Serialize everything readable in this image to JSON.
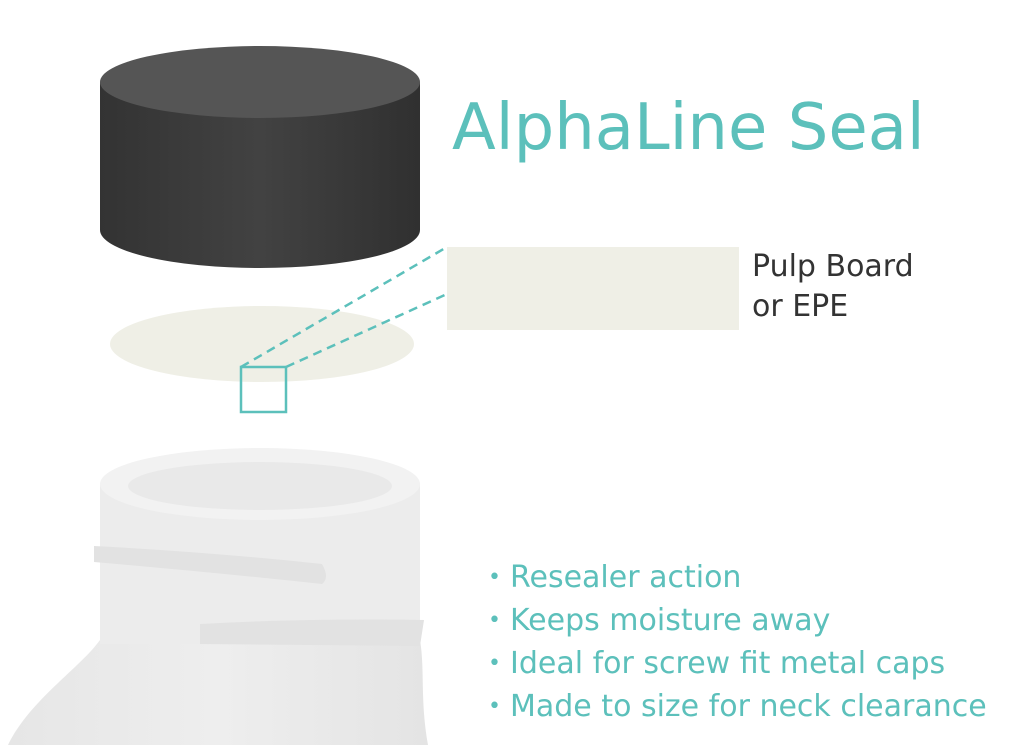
{
  "title": "AlphaLine Seal",
  "material_label": {
    "line1": "Pulp Board",
    "line2": "or EPE"
  },
  "features": [
    "Resealer action",
    "Keeps moisture away",
    "Ideal for screw fit metal caps",
    "Made to size for neck clearance"
  ],
  "bullet_symbol": "•",
  "colors": {
    "accent": "#5cc0bb",
    "cap": "#3d3d3d",
    "cap_top": "#545454",
    "liner": "#efefe6",
    "bottle": "#ececec",
    "label_text": "#333333"
  }
}
